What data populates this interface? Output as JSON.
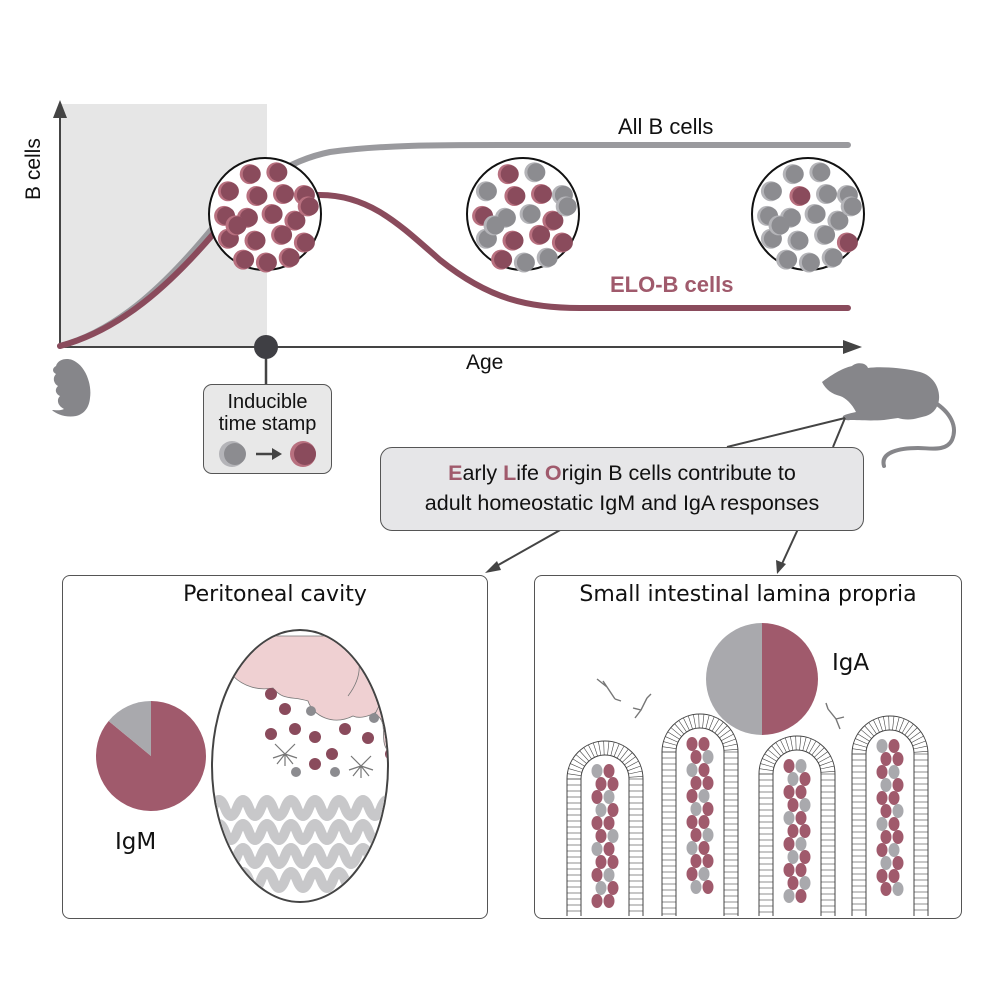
{
  "colors": {
    "elo": "#a05a6c",
    "elo_dark": "#8a4b5c",
    "all": "#9a9a9e",
    "gray_cell": "#8c8c90",
    "gray_cell_light": "#b4b4b8",
    "axis": "#444444",
    "shade": "#e6e6e6",
    "organ_pink": "#efd0d2",
    "intestine_gray": "#c8c8ca"
  },
  "top_chart": {
    "y_axis_label": "B cells",
    "x_axis_label": "Age",
    "series": [
      {
        "name": "All B cells",
        "label": "All B cells",
        "trend": "sigmoid rise then plateau (high)"
      },
      {
        "name": "ELO-B cells",
        "label": "ELO-B cells",
        "trend": "rise with all B cells early, then decline to low plateau"
      }
    ],
    "shaded_region": "early life window",
    "timepoint_marker": "induction time point at end of shaded window",
    "insets": [
      {
        "name": "early",
        "elo_cells": 19,
        "other_cells": 0
      },
      {
        "name": "middle",
        "elo_cells": 10,
        "other_cells": 9
      },
      {
        "name": "late",
        "elo_cells": 2,
        "other_cells": 17
      }
    ],
    "icons": {
      "start": "neonatal-mouse-icon",
      "end": "adult-mouse-icon"
    }
  },
  "timestamp_box": {
    "line1": "Inducible",
    "line2": "time stamp",
    "icon_from": "gray-cell-icon",
    "icon_to": "elo-cell-icon"
  },
  "summary": {
    "hl1": "E",
    "t1": "arly ",
    "hl2": "L",
    "t2": "ife ",
    "hl3": "O",
    "t3": "rigin B cells contribute to",
    "line2": "adult homeostatic IgM and IgA responses"
  },
  "panels": {
    "left": {
      "title": "Peritoneal cavity",
      "pie_label": "IgM",
      "pie": {
        "elo_fraction": 0.86,
        "other_fraction": 0.14
      }
    },
    "right": {
      "title": "Small intestinal lamina propria",
      "pie_label": "IgA",
      "pie": {
        "elo_fraction": 0.5,
        "other_fraction": 0.5
      }
    }
  }
}
